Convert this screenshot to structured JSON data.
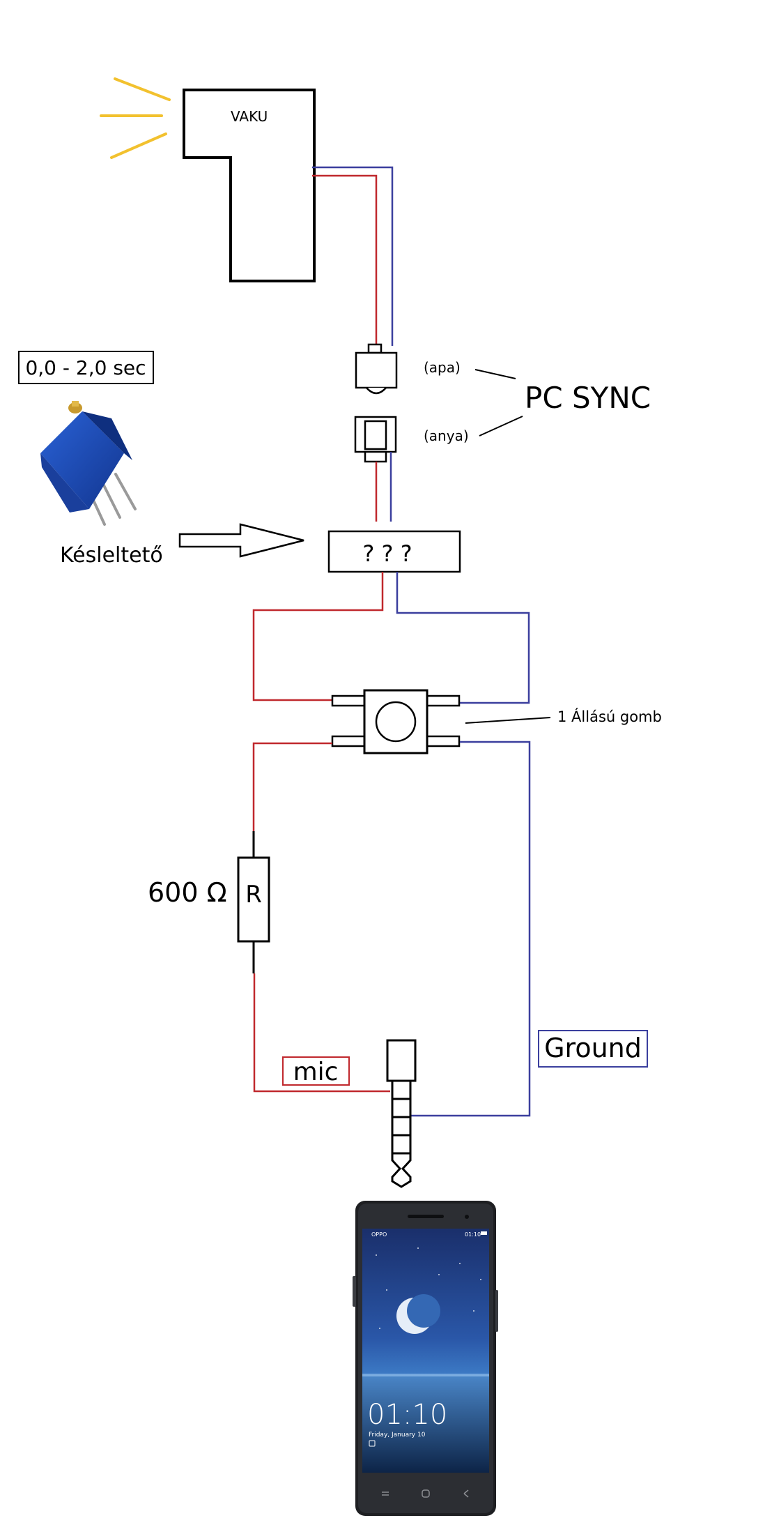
{
  "labels": {
    "flash": "VAKU",
    "delay_range": "0,0 - 2,0 sec",
    "delay_component": "Késleltető",
    "male": "(apa)",
    "female": "(anya)",
    "pc_sync": "PC SYNC",
    "unknown_box": "? ? ?",
    "switch": "1 Állású gomb",
    "resistance": "600 Ω",
    "resistor_symbol": "R",
    "mic": "mic",
    "ground": "Ground"
  },
  "phone_screen": {
    "brand": "OPPO",
    "status_time": "01:10",
    "clock": "01:10",
    "date": "Friday, January 10"
  },
  "colors": {
    "signal_wire": "#c0282d",
    "ground_wire": "#3b3f9e",
    "flash_rays": "#f2c12e",
    "trimmer_body": "#1c49b8"
  }
}
